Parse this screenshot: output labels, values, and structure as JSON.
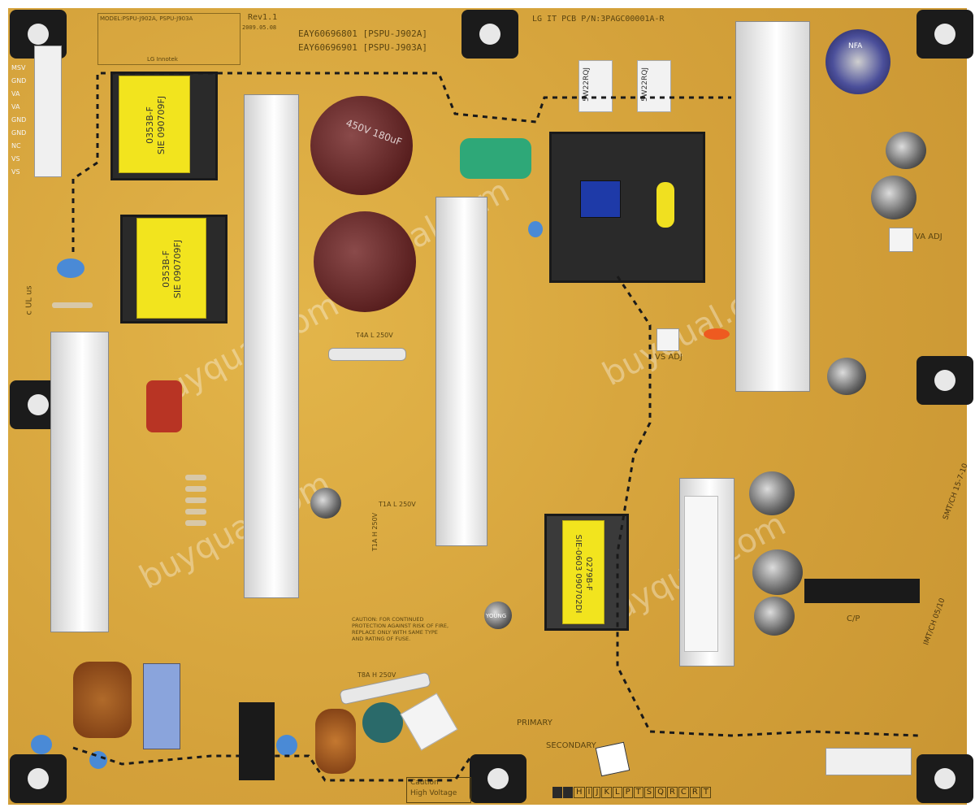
{
  "board": {
    "part_number_line": "LG IT PCB P/N:3PAGC00001A-R",
    "model_block": {
      "line1": "EAY60696801 [PSPU-J902A]",
      "line2": "EAY60696901 [PSPU-J903A]"
    },
    "revision": "Rev1.1",
    "revision_date": "2009.05.08",
    "spec_label_header": "MODEL:PSPU-J902A, PSPU-J903A",
    "spec_label_maker": "LG Innotek",
    "connector_pins": [
      "MSV",
      "GND",
      "VA",
      "VA",
      "GND",
      "GND",
      "NC",
      "VS",
      "VS"
    ],
    "transformer_top_label": [
      "0353B-F",
      "SIE 090709FJ"
    ],
    "transformer_mid_label": [
      "0353B-F",
      "SIE 090709FJ"
    ],
    "transformer_bottom_label": [
      "0279B-F",
      "SIE-0603 090702DI"
    ],
    "resistor_labels": [
      "5W22RQJ",
      "5W22RQJ"
    ],
    "adj_labels": {
      "va": "VA ADJ",
      "vs": "VS ADJ"
    },
    "fuse_labels": [
      "T4A L 250V",
      "T1A L 250V",
      "T1A H 250V",
      "T8A H 250V"
    ],
    "caution_text": "CAUTION: FOR CONTINUED PROTECTION AGAINST RISK OF FIRE, REPLACE ONLY WITH SAME TYPE AND RATING OF FUSE.",
    "primary_label": "PRIMARY",
    "secondary_label": "SECONDARY",
    "hv_caution": [
      "Caution",
      "High Voltage"
    ],
    "cp_label": "C/P",
    "cap_marks": [
      "NFA",
      "YOUNG"
    ],
    "cap_small_text": "450V 180uF",
    "bottom_letters": [
      "H",
      "I",
      "J",
      "K",
      "L",
      "P",
      "T",
      "S",
      "Q",
      "R",
      "C",
      "R",
      "T"
    ],
    "stamps": [
      "SMT/CH 15-7-10",
      "IMT/CH 05/10"
    ],
    "ul_mark": "c UL us",
    "watermark": "buyqual.com"
  }
}
